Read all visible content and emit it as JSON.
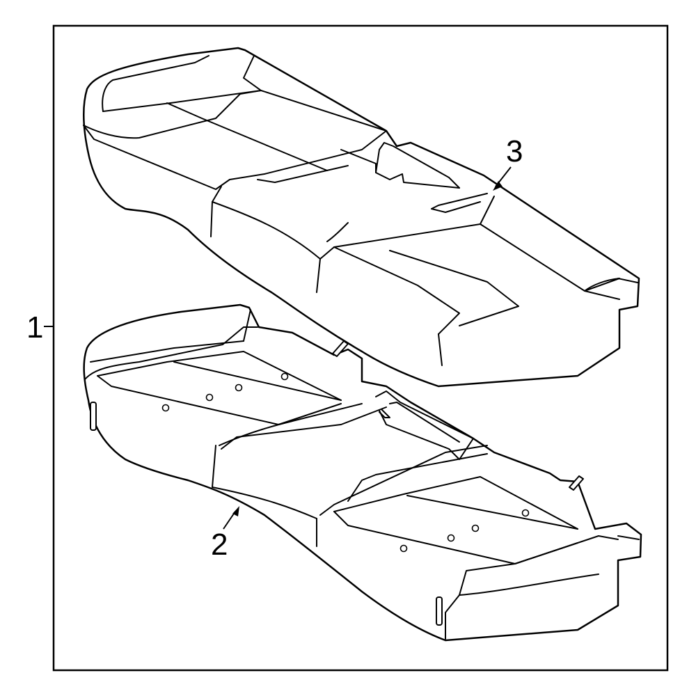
{
  "diagram": {
    "callouts": [
      {
        "id": "assembly",
        "label": "1"
      },
      {
        "id": "pad",
        "label": "2"
      },
      {
        "id": "cover",
        "label": "3"
      }
    ],
    "colors": {
      "stroke": "#000000",
      "background": "#ffffff"
    }
  }
}
